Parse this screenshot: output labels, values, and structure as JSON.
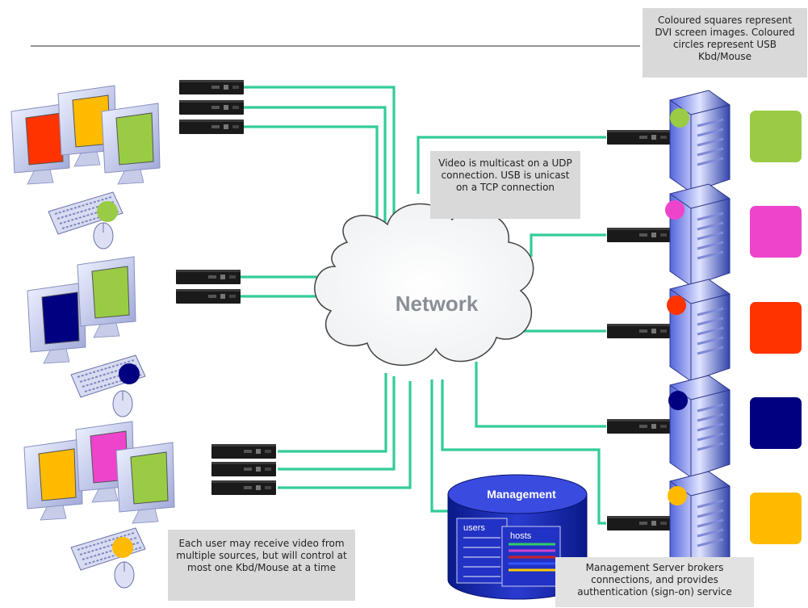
{
  "colors": {
    "link": "#33cc99",
    "green": "#99cc44",
    "magenta": "#ee44cc",
    "red": "#ff3300",
    "navy": "#000080",
    "amber": "#ffbb00",
    "db": "#1f2fb8"
  },
  "notes": {
    "legend": "Coloured squares represent DVI screen images.  Coloured circles represent USB Kbd/Mouse",
    "transport": "Video is multicast on a UDP connection.  USB is unicast on a TCP connection",
    "users": "Each user may receive video from multiple sources, but will control at most one Kbd/Mouse at a time",
    "management": "Management Server brokers connections, and provides authentication (sign-on) service"
  },
  "network": {
    "label": "Network"
  },
  "management": {
    "title": "Management",
    "users_label": "users",
    "hosts_label": "hosts"
  },
  "icons": {
    "workstation": "monitor-icon",
    "keyboard": "keyboard-icon",
    "mouse": "mouse-icon",
    "extender": "kvm-extender-icon",
    "server": "server-tower-icon",
    "cloud": "network-cloud-icon",
    "database": "database-icon"
  }
}
